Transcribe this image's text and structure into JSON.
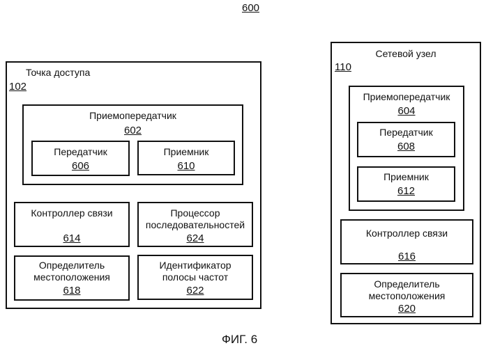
{
  "figure_number_ref": "600",
  "caption": "ФИГ. 6",
  "access_point": {
    "title": "Точка доступа",
    "ref": "102",
    "transceiver": {
      "label": "Приемопередатчик",
      "ref": "602",
      "transmitter": {
        "label": "Передатчик",
        "ref": "606"
      },
      "receiver": {
        "label": "Приемник",
        "ref": "610"
      }
    },
    "comm_controller": {
      "label": "Контроллер связи",
      "ref": "614"
    },
    "sequence_processor": {
      "label1": "Процессор",
      "label2": "последовательностей",
      "ref": "624"
    },
    "location_determiner": {
      "label1": "Определитель",
      "label2": "местоположения",
      "ref": "618"
    },
    "band_identifier": {
      "label1": "Идентификатор",
      "label2": "полосы частот",
      "ref": "622"
    }
  },
  "network_node": {
    "title": "Сетевой узел",
    "ref": "110",
    "transceiver": {
      "label": "Приемопередатчик",
      "ref": "604",
      "transmitter": {
        "label": "Передатчик",
        "ref": "608"
      },
      "receiver": {
        "label": "Приемник",
        "ref": "612"
      }
    },
    "comm_controller": {
      "label": "Контроллер связи",
      "ref": "616"
    },
    "location_determiner": {
      "label1": "Определитель",
      "label2": "местоположения",
      "ref": "620"
    }
  }
}
